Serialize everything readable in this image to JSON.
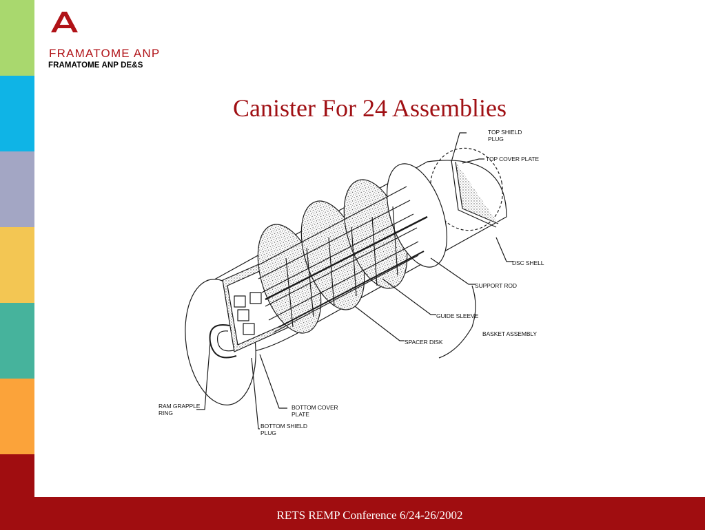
{
  "brand": {
    "logo_word": "FRAMATOME ANP",
    "division": "FRAMATOME ANP DE&S",
    "color": "#b01217"
  },
  "slide": {
    "title": "Canister For 24 Assemblies",
    "footer": "RETS REMP Conference  6/24-26/2002"
  },
  "sidebar_stripes": [
    {
      "color": "#a9d86e"
    },
    {
      "color": "#0fb4e6"
    },
    {
      "color": "#a3a6c4"
    },
    {
      "color": "#f3c653"
    },
    {
      "color": "#46b39c"
    },
    {
      "color": "#fba33a"
    },
    {
      "color": "#a00d10"
    }
  ],
  "diagram": {
    "callouts": {
      "top_shield_plug": "TOP SHIELD\nPLUG",
      "top_cover_plate": "TOP COVER PLATE",
      "dsc_shell": "DSC SHELL",
      "support_rod": "SUPPORT ROD",
      "guide_sleeve": "GUIDE SLEEVE",
      "basket_assembly": "BASKET ASSEMBLY",
      "spacer_disk": "SPACER DISK",
      "ram_grapple_ring": "RAM GRAPPLE\nRING",
      "bottom_cover_plate": "BOTTOM COVER\nPLATE",
      "bottom_shield_plug": "BOTTOM SHIELD\nPLUG"
    }
  },
  "colors": {
    "footer_bg": "#a00d10",
    "title": "#a01014"
  }
}
